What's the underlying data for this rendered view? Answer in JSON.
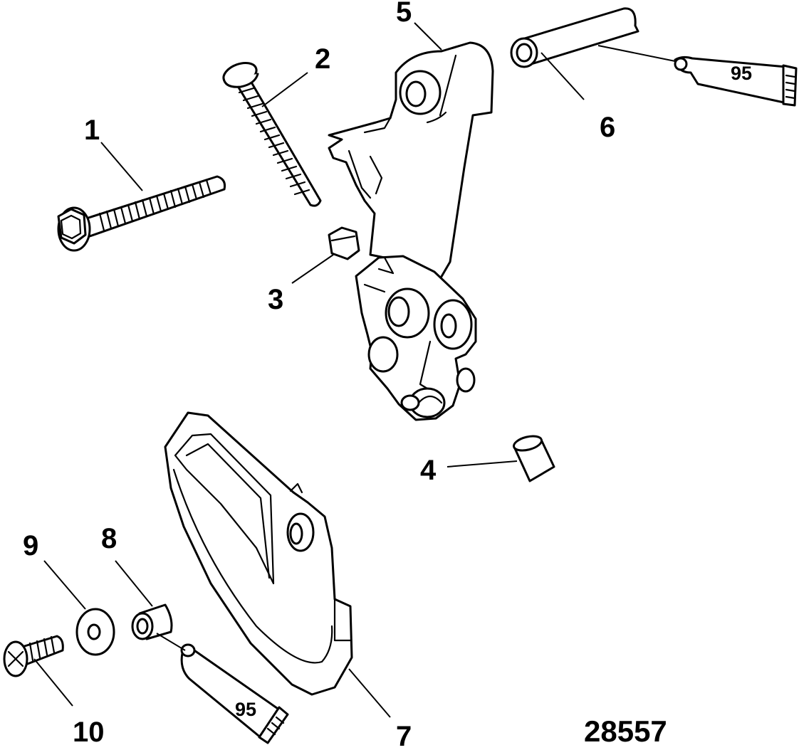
{
  "callouts": {
    "c1": "1",
    "c2": "2",
    "c3": "3",
    "c4": "4",
    "c5": "5",
    "c6": "6",
    "c7": "7",
    "c8": "8",
    "c9": "9",
    "c10": "10"
  },
  "sealant_tube_label": "95",
  "figure_number": "28557",
  "colors": {
    "ink": "#000000",
    "paper": "#ffffff"
  }
}
